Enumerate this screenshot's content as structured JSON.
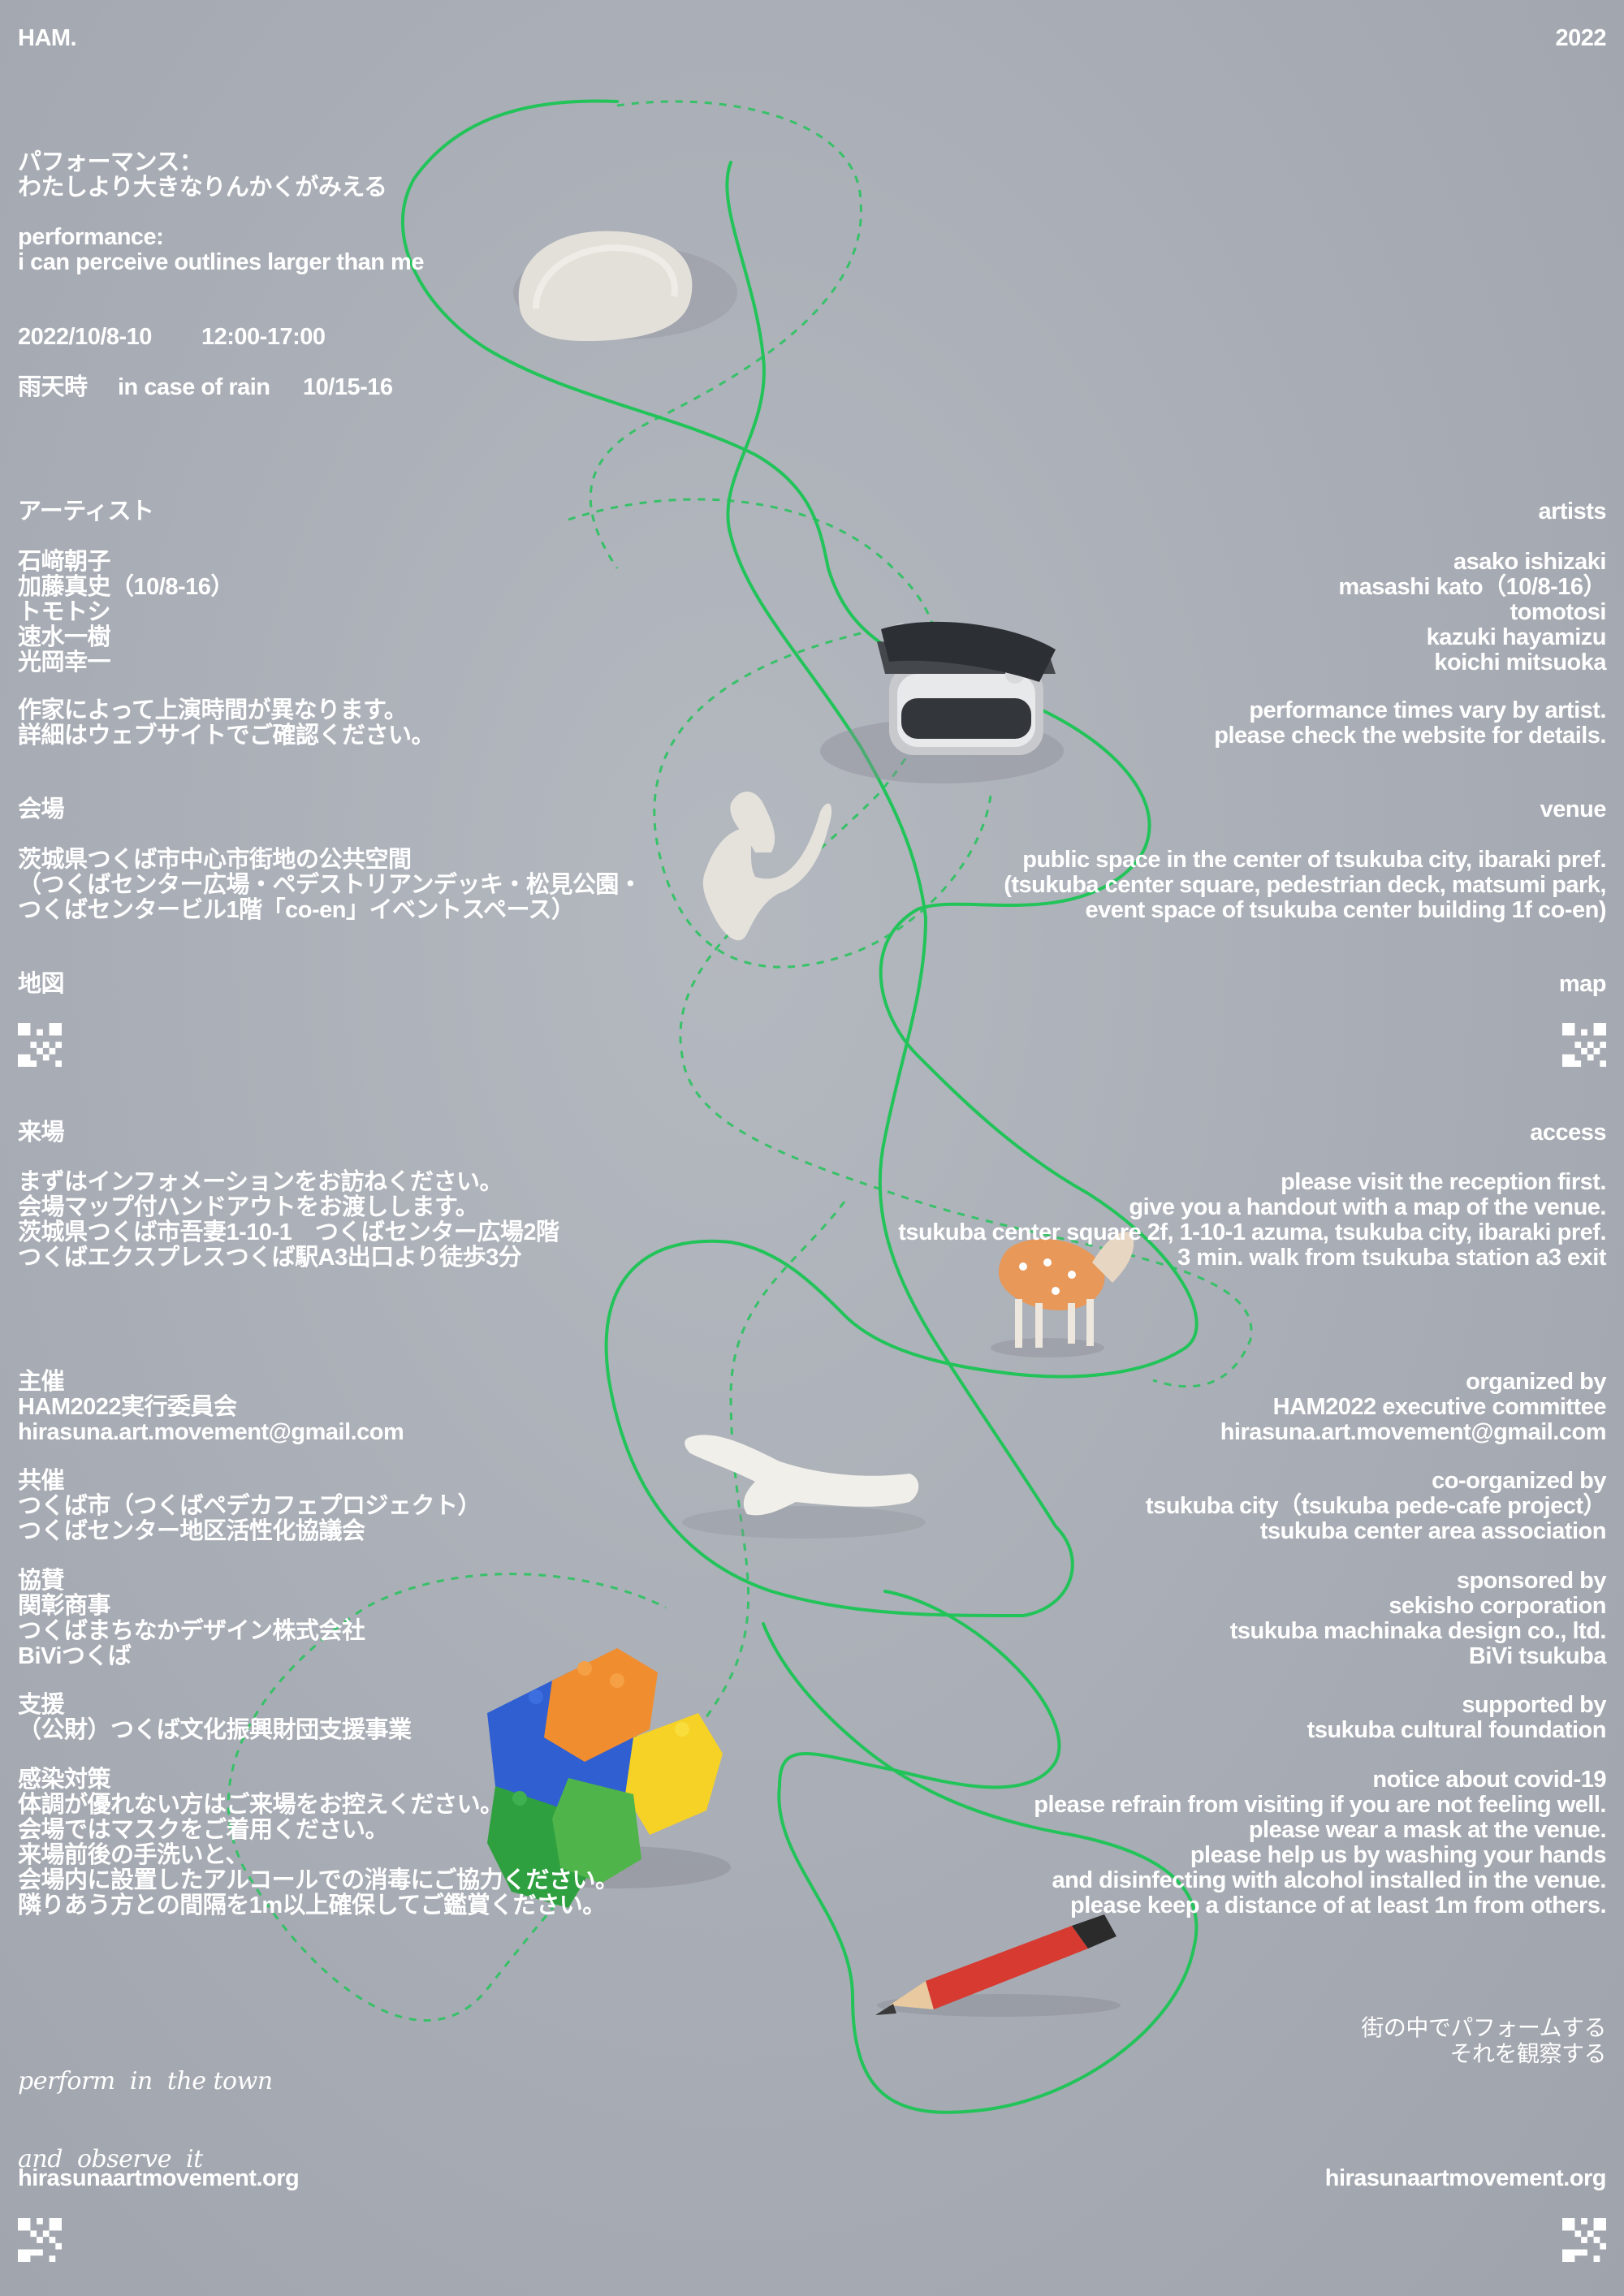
{
  "header": {
    "logo": "HAM.",
    "year": "2022"
  },
  "title": {
    "jp_lines": [
      "パフォーマンス：",
      "わたしより大きなりんかくがみえる"
    ],
    "en_lines": [
      "performance:",
      "i can perceive outlines larger than me"
    ]
  },
  "schedule": {
    "dates": "2022/10/8-10",
    "time": "12:00-17:00",
    "rain_jp": "雨天時",
    "rain_en": "in case of rain",
    "rain_dates": "10/15-16"
  },
  "artists": {
    "heading_jp": "アーティスト",
    "heading_en": "artists",
    "names_jp": [
      "石﨑朝子",
      "加藤真史（10/8-16）",
      "トモトシ",
      "速水一樹",
      "光岡幸一"
    ],
    "names_en": [
      "asako ishizaki",
      "masashi kato（10/8-16）",
      "tomotosi",
      "kazuki hayamizu",
      "koichi mitsuoka"
    ],
    "note_jp": [
      "作家によって上演時間が異なります。",
      "詳細はウェブサイトでご確認ください。"
    ],
    "note_en": [
      "performance times vary by artist.",
      "please check the website for details."
    ]
  },
  "venue": {
    "heading_jp": "会場",
    "heading_en": "venue",
    "lines_jp": [
      "茨城県つくば市中心市街地の公共空間",
      "（つくばセンター広場・ペデストリアンデッキ・松見公園・",
      "つくばセンタービル1階「co-en」イベントスペース）"
    ],
    "lines_en": [
      "public space in the center of tsukuba city, ibaraki pref.",
      "(tsukuba center square, pedestrian deck, matsumi park,",
      "event space of tsukuba center building 1f co-en)"
    ]
  },
  "map": {
    "heading_jp": "地図",
    "heading_en": "map"
  },
  "access": {
    "heading_jp": "来場",
    "heading_en": "access",
    "lines_jp": [
      "まずはインフォメーションをお訪ねください。",
      "会場マップ付ハンドアウトをお渡しします。",
      "茨城県つくば市吾妻1-10-1　つくばセンター広場2階",
      "つくばエクスプレスつくば駅A3出口より徒歩3分"
    ],
    "lines_en": [
      "please visit the reception first.",
      "give you a handout with a map of the venue.",
      "tsukuba center square 2f, 1-10-1 azuma, tsukuba city, ibaraki pref.",
      "3 min. walk from tsukuba station a3 exit"
    ]
  },
  "organizer": {
    "lines_jp": [
      "主催",
      "HAM2022実行委員会",
      "hirasuna.art.movement@gmail.com"
    ],
    "lines_en": [
      "organized by",
      "HAM2022 executive committee",
      "hirasuna.art.movement@gmail.com"
    ]
  },
  "coorganizer": {
    "lines_jp": [
      "共催",
      "つくば市（つくばペデカフェプロジェクト）",
      "つくばセンター地区活性化協議会"
    ],
    "lines_en": [
      "co-organized by",
      "tsukuba city（tsukuba pede-cafe project）",
      "tsukuba center area association"
    ]
  },
  "sponsor": {
    "lines_jp": [
      "協賛",
      "関彰商事",
      "つくばまちなかデザイン株式会社",
      "BiViつくば"
    ],
    "lines_en": [
      "sponsored by",
      "sekisho corporation",
      "tsukuba machinaka design co., ltd.",
      "BiVi tsukuba"
    ]
  },
  "support": {
    "lines_jp": [
      "支援",
      "（公財）つくば文化振興財団支援事業"
    ],
    "lines_en": [
      "supported by",
      "tsukuba cultural foundation"
    ]
  },
  "covid": {
    "lines_jp": [
      "感染対策",
      "体調が優れない方はご来場をお控えください。",
      "会場ではマスクをご着用ください。",
      "来場前後の手洗いと、",
      "会場内に設置したアルコールでの消毒にご協力ください。",
      "隣りあう方との間隔を1m以上確保してご鑑賞ください。"
    ],
    "lines_en": [
      "notice about covid-19",
      "please refrain from visiting if you are not feeling well.",
      "please wear a mask at the venue.",
      "please help us by washing your hands",
      "and disinfecting with alcohol installed in the venue.",
      "please keep a distance of at least 1m from others."
    ]
  },
  "tagline": {
    "en_lines": [
      "perform  in  the town",
      "and  observe  it"
    ],
    "jp_lines": [
      "街の中でパフォームする",
      "それを観察する"
    ]
  },
  "footer": {
    "url_left": "hirasunaartmovement.org",
    "url_right": "hirasunaartmovement.org"
  },
  "colors": {
    "background": "#a9adb5",
    "text": "#ffffff",
    "line_green": "#22c45a"
  },
  "objects": [
    "stone",
    "loupe",
    "coral",
    "deer-figurine",
    "white-twig",
    "toy-blocks",
    "pencil"
  ]
}
